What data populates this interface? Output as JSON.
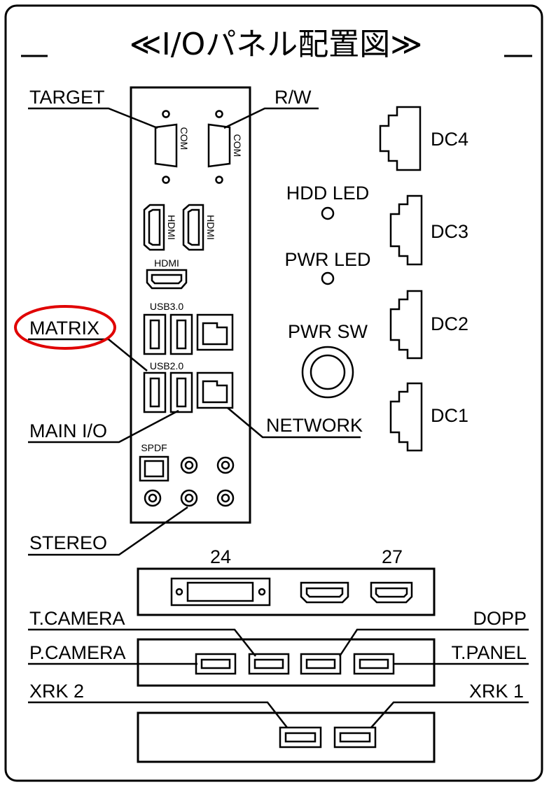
{
  "title": "≪I/Oパネル配置図≫",
  "labels": {
    "target": "TARGET",
    "rw": "R/W",
    "matrix": "MATRIX",
    "main_io": "MAIN I/O",
    "network": "NETWORK",
    "stereo": "STEREO",
    "hdd_led": "HDD LED",
    "pwr_led": "PWR LED",
    "pwr_sw": "PWR SW",
    "dc4": "DC4",
    "dc3": "DC3",
    "dc2": "DC2",
    "dc1": "DC1",
    "n24": "24",
    "n27": "27",
    "t_camera": "T.CAMERA",
    "dopp": "DOPP",
    "p_camera": "P.CAMERA",
    "t_panel": "T.PANEL",
    "xrk2": "XRK 2",
    "xrk1": "XRK 1"
  },
  "port_labels": {
    "com": "COM",
    "hdmi": "HDMI",
    "usb30": "USB3.0",
    "usb20": "USB2.0",
    "spdf": "SPDF"
  },
  "colors": {
    "line": "#000000",
    "highlight": "#e00000"
  }
}
